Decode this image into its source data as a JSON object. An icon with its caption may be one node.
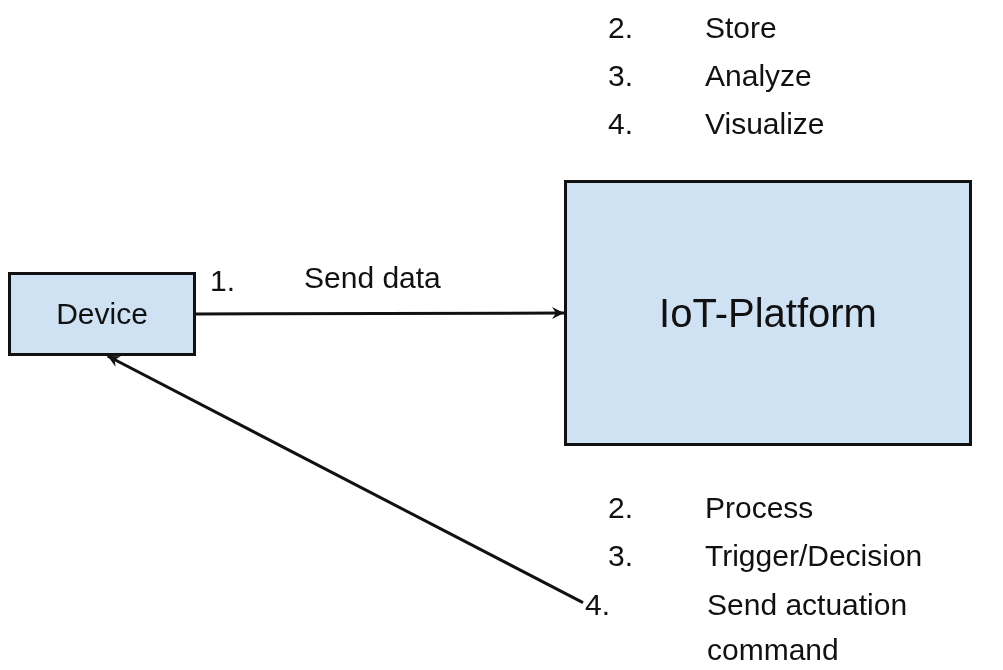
{
  "diagram": {
    "nodes": [
      {
        "text": [
          "Device"
        ]
      },
      {
        "text": [
          "IoT-Platform"
        ]
      },
      {
        "text": [
          "4.",
          "Send actuation command"
        ]
      }
    ],
    "edges": [
      {
        "from": 0,
        "to": 1,
        "arrow": "to",
        "label": "Send data"
      },
      {
        "from": 2,
        "to": 0,
        "arrow": "to"
      }
    ],
    "labels": [
      "2.",
      "Store",
      "3.",
      "Analyze",
      "4.",
      "Visualize",
      "1.",
      "2.",
      "Process",
      "3.",
      "Trigger/Decision"
    ]
  }
}
